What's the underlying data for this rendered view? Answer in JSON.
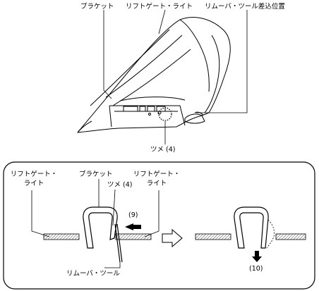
{
  "top_labels": {
    "bracket": "ブラケット",
    "liftgate_light": "リフトゲート・ライト",
    "remover_position": "リムーバ・ツール差込位置",
    "claw": "ツメ (4)"
  },
  "detail_labels": {
    "left_light_line1": "リフトゲート・",
    "left_light_line2": "ライト",
    "bracket": "ブラケット",
    "right_light_line1": "リフトゲート・",
    "right_light_line2": "ライト",
    "claw": "ツメ (4)",
    "step9": "(9)",
    "step10": "(10)",
    "remover_tool": "リムーバ・ツール"
  }
}
